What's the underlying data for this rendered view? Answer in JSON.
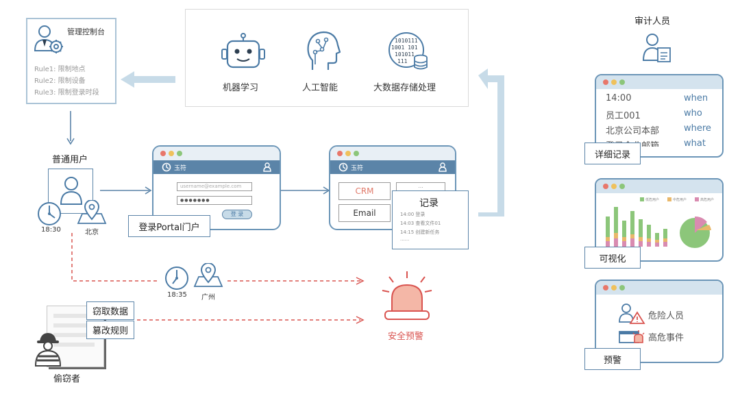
{
  "admin": {
    "title": "管理控制台",
    "rules": [
      "Rule1:  限制地点",
      "Rule2:  限制设备",
      "Rule3:  限制登录时段"
    ]
  },
  "ai": {
    "items": [
      "机器学习",
      "人工智能",
      "大数据存储处理"
    ],
    "binary_text": [
      "1010111",
      "1001 101",
      "101011",
      "111"
    ]
  },
  "user": {
    "title": "普通用户",
    "time": "18:30",
    "place": "北京"
  },
  "login_window": {
    "brand": "玉符",
    "username_placeholder": "username@example.com",
    "password_dots": "●●●●●●●",
    "login_button": "登 录",
    "caption": "登录Portal门户"
  },
  "app_window": {
    "brand": "玉符",
    "apps": [
      "CRM",
      "Email",
      "..."
    ],
    "record": {
      "title": "记录",
      "lines": [
        "14:00  登录",
        "14:03  查看文件01",
        "14:15  创建新任务",
        "......"
      ]
    }
  },
  "thief": {
    "label": "偷窃者",
    "time": "18:35",
    "place": "广州",
    "actions": [
      "窃取数据",
      "篡改规则"
    ]
  },
  "alarm": {
    "label": "安全预警"
  },
  "auditor": {
    "title": "审计人员"
  },
  "detail_panel": {
    "rows": [
      {
        "left": "14:00",
        "right": "when"
      },
      {
        "left": "员工001",
        "right": "who"
      },
      {
        "left": "北京公司本部",
        "right": "where"
      },
      {
        "left": "登录企业邮箱",
        "right": "what"
      }
    ],
    "caption": "详细记录"
  },
  "visual_panel": {
    "legend": [
      "低危用户",
      "中危用户",
      "高危用户"
    ],
    "caption": "可视化"
  },
  "warning_panel": {
    "items": [
      "危险人员",
      "高危事件"
    ],
    "caption": "预警"
  },
  "colors": {
    "accent": "#5b84a8",
    "arrow_light": "#c7dbe8",
    "alert": "#d9534f",
    "green": "#8cc67a",
    "orange": "#e9b86a",
    "pink": "#d98bb0"
  }
}
